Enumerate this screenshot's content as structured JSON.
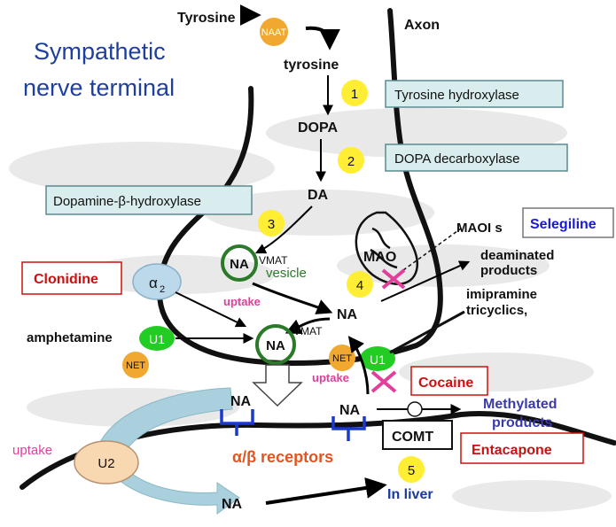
{
  "title": {
    "line1": "Sympathetic",
    "line2": "nerve terminal"
  },
  "labels": {
    "tyrosine_outside": "Tyrosine",
    "naat": "NAAT",
    "tyrosine_inside": "tyrosine",
    "axon": "Axon",
    "dopa": "DOPA",
    "da": "DA",
    "vmat_top": "VMAT",
    "vesicle": "vesicle",
    "vmat_mid": "VMAT",
    "na_vesicle_top": "NA",
    "na_vesicle_mid": "NA",
    "na_cytoplasm": "NA",
    "na_cleft_left": "NA",
    "na_cleft_right": "NA",
    "na_bottom": "NA",
    "mao": "MAO",
    "maois": "MAOI s",
    "deaminated_line1": "deaminated",
    "deaminated_line2": "products",
    "imipramine_line1": "imipramine",
    "imipramine_line2": "tricyclics,",
    "alpha2_symbol": "α",
    "alpha2_sub": "2",
    "uptake_left_inner": "uptake",
    "uptake_right": "uptake",
    "uptake_outer": "uptake",
    "amphetamine": "amphetamine",
    "u1_left": "U1",
    "u1_right": "U1",
    "net_left": "NET",
    "net_right": "NET",
    "u2": "U2",
    "receptors": "α/β receptors",
    "comt": "COMT",
    "methylated_line1": "Methylated",
    "methylated_line2": "products",
    "in_liver": "In liver"
  },
  "enzymes": {
    "tyrosine_hydroxylase": "Tyrosine hydroxylase",
    "dopa_decarboxylase": "DOPA decarboxylase",
    "dopamine_beta_hydroxylase": "Dopamine-β-hydroxylase"
  },
  "drugs": {
    "clonidine": "Clonidine",
    "selegiline": "Selegiline",
    "cocaine": "Cocaine",
    "entacapone": "Entacapone"
  },
  "steps": [
    "1",
    "2",
    "3",
    "4",
    "5"
  ],
  "colors": {
    "title": "#1f3f9f",
    "enzyme_box_fill": "#d9ecee",
    "enzyme_box_stroke": "#5a8a90",
    "drug_red": "#cc1111",
    "drug_blue": "#1a1acc",
    "step_circle": "#ffee33",
    "naat_orange": "#f0a830",
    "u1_green": "#22cc22",
    "vesicle_green": "#2a7a2a",
    "alpha2_fill": "#bcd9ec",
    "u2_fill": "#f8d8b0",
    "receptor_blue": "#1a3acc",
    "receptors_text": "#e05522",
    "uptake_pink": "#e0409a",
    "methylated_text": "#3a3aaa",
    "block_x": "#e0409a",
    "uptake_flow": "#a9d0dc"
  }
}
